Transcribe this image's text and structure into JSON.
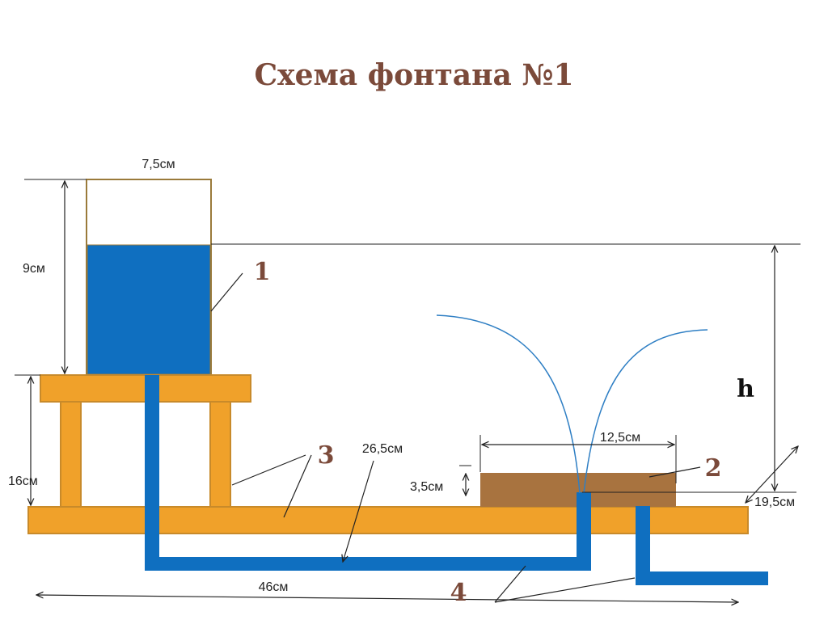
{
  "title": "Схема фонтана №1",
  "labels": {
    "tank_width": "7,5см",
    "tank_height": "9см",
    "stand_height": "16см",
    "tube_length": "26,5см",
    "base_length": "46см",
    "tray_width": "12,5см",
    "tray_height": "3,5см",
    "nozzle_height": "19,5см",
    "h": "h"
  },
  "parts": {
    "p1": "1",
    "p2": "2",
    "p3": "3",
    "p4": "4"
  },
  "colors": {
    "water": "#0f6fc0",
    "wood": "#f0a12a",
    "wood_border": "#c88a2a",
    "tray": "#a8733f",
    "jet": "#2f7fc4",
    "title": "#7b4a3a"
  }
}
